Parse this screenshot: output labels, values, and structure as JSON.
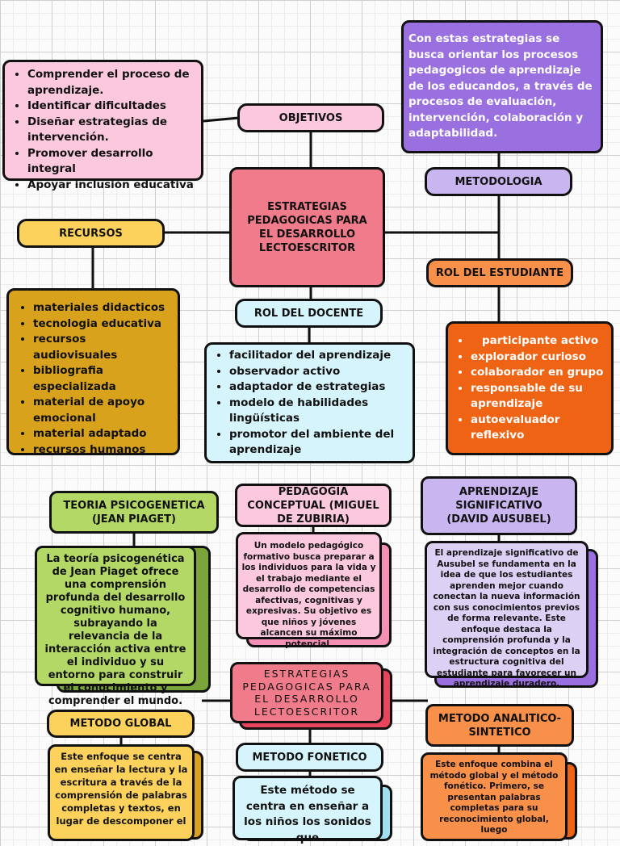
{
  "colors": {
    "pink_light": "#fbc8dd",
    "pink_main": "#ef7b8b",
    "purple": "#9a6fe0",
    "lavender": "#c9b5ef",
    "yellow": "#fcd25d",
    "mustard": "#d9a21d",
    "cyan": "#d6f4fb",
    "orange": "#ef6414",
    "orange_light": "#f8904a",
    "green": "#b4d866",
    "green_dark": "#7aa53a",
    "red": "#e8455c"
  },
  "top": {
    "objetivos": {
      "title": "OBJETIVOS",
      "items": [
        "Comprender el proceso de aprendizaje.",
        "Identificar dificultades",
        "Diseñar estrategias de intervención.",
        "Promover desarrollo integral",
        "Apoyar inclusión educativa"
      ]
    },
    "center_title": "ESTRATEGIAS PEDAGOGICAS PARA EL DESARROLLO LECTOESCRITOR",
    "metodologia": {
      "title": "METODOLOGIA",
      "text": "Con estas estrategias se busca orientar los procesos pedagogicos de aprendizaje de los educandos, a través de procesos de evaluación, intervención, colaboración y adaptabilidad."
    },
    "recursos": {
      "title": "RECURSOS",
      "items": [
        "materiales didacticos",
        "tecnologia educativa",
        "recursos audiovisuales",
        "bibliografia especializada",
        "material de apoyo emocional",
        "material adaptado",
        "recursos humanos"
      ]
    },
    "docente": {
      "title": "ROL DEL DOCENTE",
      "items": [
        "facilitador del aprendizaje",
        "observador activo",
        "adaptador de estrategias",
        "modelo de habilidades lingüísticas",
        "promotor del ambiente del aprendizaje"
      ]
    },
    "estudiante": {
      "title": "ROL DEL ESTUDIANTE",
      "items": [
        "participante activo",
        "explorador curioso",
        "colaborador en grupo",
        "responsable de su aprendizaje",
        "autoevaluador reflexivo"
      ]
    }
  },
  "bottom": {
    "piaget": {
      "title": "TEORIA PSICOGENETICA (JEAN PIAGET)",
      "text": "La teoría psicogenética de Jean Piaget ofrece una comprensión profunda del desarrollo cognitivo humano, subrayando la relevancia de la interacción activa entre el individuo y su entorno para construir el conocimiento y comprender el mundo."
    },
    "zubiria": {
      "title": "PEDAGOGIA CONCEPTUAL (MIGUEL DE ZUBIRIA)",
      "text": "Un modelo pedagógico formativo busca preparar a los individuos para la vida y el trabajo mediante el desarrollo de competencias afectivas, cognitivas y expresivas. Su objetivo es que niños y jóvenes alcancen su máximo potencial."
    },
    "ausubel": {
      "title": "APRENDIZAJE SIGNIFICATIVO (DAVID AUSUBEL)",
      "text": "El aprendizaje significativo de Ausubel se fundamenta en la idea de que los estudiantes aprenden mejor cuando conectan la nueva información con sus conocimientos previos de forma relevante. Este enfoque destaca la comprensión profunda y la integración de conceptos en la estructura cognitiva del estudiante para favorecer un aprendizaje duradero."
    },
    "center_title": "ESTRATEGIAS PEDAGOGICAS PARA EL DESARROLLO LECTOESCRITOR",
    "global": {
      "title": "METODO GLOBAL",
      "text": "Este enfoque se centra en enseñar la lectura y la escritura a través de la comprensión de palabras completas y textos, en lugar de descomponer el"
    },
    "fonetico": {
      "title": "METODO FONETICO",
      "text": "Este método se centra en enseñar a los niños los sonidos que"
    },
    "analitico": {
      "title": "METODO ANALITICO-SINTETICO",
      "text": "Este enfoque combina el método global y el método fonético. Primero, se presentan palabras completas para su reconocimiento global, luego"
    }
  }
}
